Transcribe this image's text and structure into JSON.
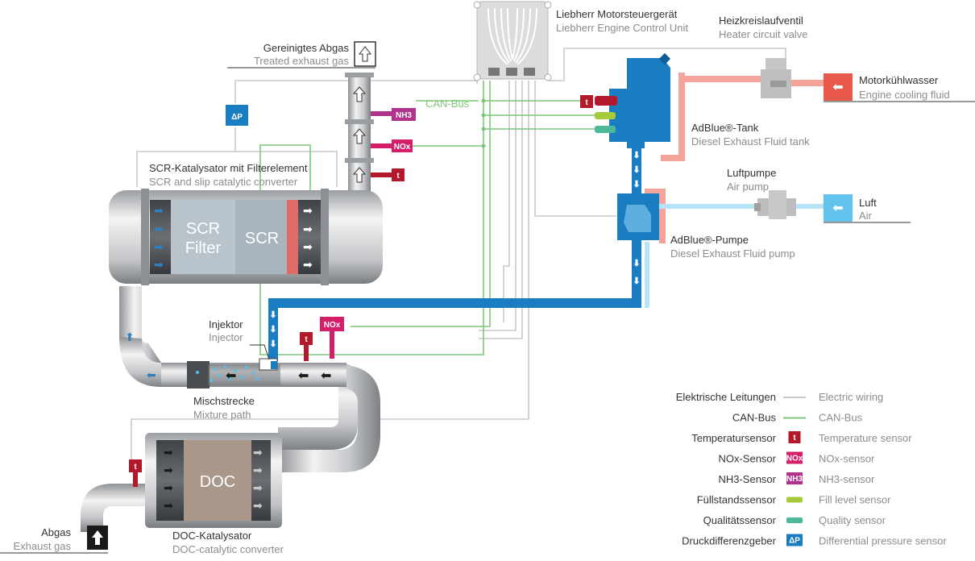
{
  "labels": {
    "ecu_de": "Liebherr Motorsteuergerät",
    "ecu_en": "Liebherr Engine Control Unit",
    "valve_de": "Heizkreislaufventil",
    "valve_en": "Heater circuit valve",
    "coolant_de": "Motorkühlwasser",
    "coolant_en": "Engine cooling fluid",
    "treated_de": "Gereinigtes Abgas",
    "treated_en": "Treated exhaust gas",
    "canbus": "CAN-Bus",
    "tank_de": "AdBlue®-Tank",
    "tank_en": "Diesel Exhaust Fluid tank",
    "airpump_de": "Luftpumpe",
    "airpump_en": "Air pump",
    "air_de": "Luft",
    "air_en": "Air",
    "pump_de": "AdBlue®-Pumpe",
    "pump_en": "Diesel Exhaust Fluid pump",
    "scr_de": "SCR-Katalysator mit Filterelement",
    "scr_en": "SCR and slip catalytic converter",
    "scr_filter_1": "SCR",
    "scr_filter_2": "Filter",
    "scr": "SCR",
    "injector_de": "Injektor",
    "injector_en": "Injector",
    "mixture_de": "Mischstrecke",
    "mixture_en": "Mixture path",
    "doc": "DOC",
    "doc_de": "DOC-Katalysator",
    "doc_en": "DOC-catalytic converter",
    "exhaust_de": "Abgas",
    "exhaust_en": "Exhaust gas",
    "nh3": "NH3",
    "nox": "NOx",
    "temp": "t",
    "dp": "ΔP"
  },
  "legend": [
    {
      "de": "Elektrische Leitungen",
      "en": "Electric wiring",
      "symbol": "line",
      "color": "#c8c8c8"
    },
    {
      "de": "CAN-Bus",
      "en": "CAN-Bus",
      "symbol": "line",
      "color": "#7dc77a"
    },
    {
      "de": "Temperatursensor",
      "en": "Temperature sensor",
      "symbol": "chip",
      "chip": "t",
      "color": "#b3192b"
    },
    {
      "de": "NOx-Sensor",
      "en": "NOx-sensor",
      "symbol": "chip",
      "chip": "NOx",
      "color": "#d51e6a"
    },
    {
      "de": "NH3-Sensor",
      "en": "NH3-sensor",
      "symbol": "chip",
      "chip": "NH3",
      "color": "#b0348c"
    },
    {
      "de": "Füllstandssensor",
      "en": "Fill level sensor",
      "symbol": "bar",
      "color": "#a7c93c"
    },
    {
      "de": "Qualitätssensor",
      "en": "Quality sensor",
      "symbol": "bar",
      "color": "#4db89a"
    },
    {
      "de": "Druckdifferenzgeber",
      "en": "Differential pressure sensor",
      "symbol": "chip",
      "chip": "ΔP",
      "color": "#1a7cc1"
    }
  ],
  "colors": {
    "adblue": "#1a7cc1",
    "coolant": "#e8594b",
    "air": "#62c3ec",
    "can": "#7dc77a",
    "wire": "#c8c8c8",
    "temp": "#b3192b",
    "nox": "#d51e6a",
    "nh3": "#b0348c"
  }
}
